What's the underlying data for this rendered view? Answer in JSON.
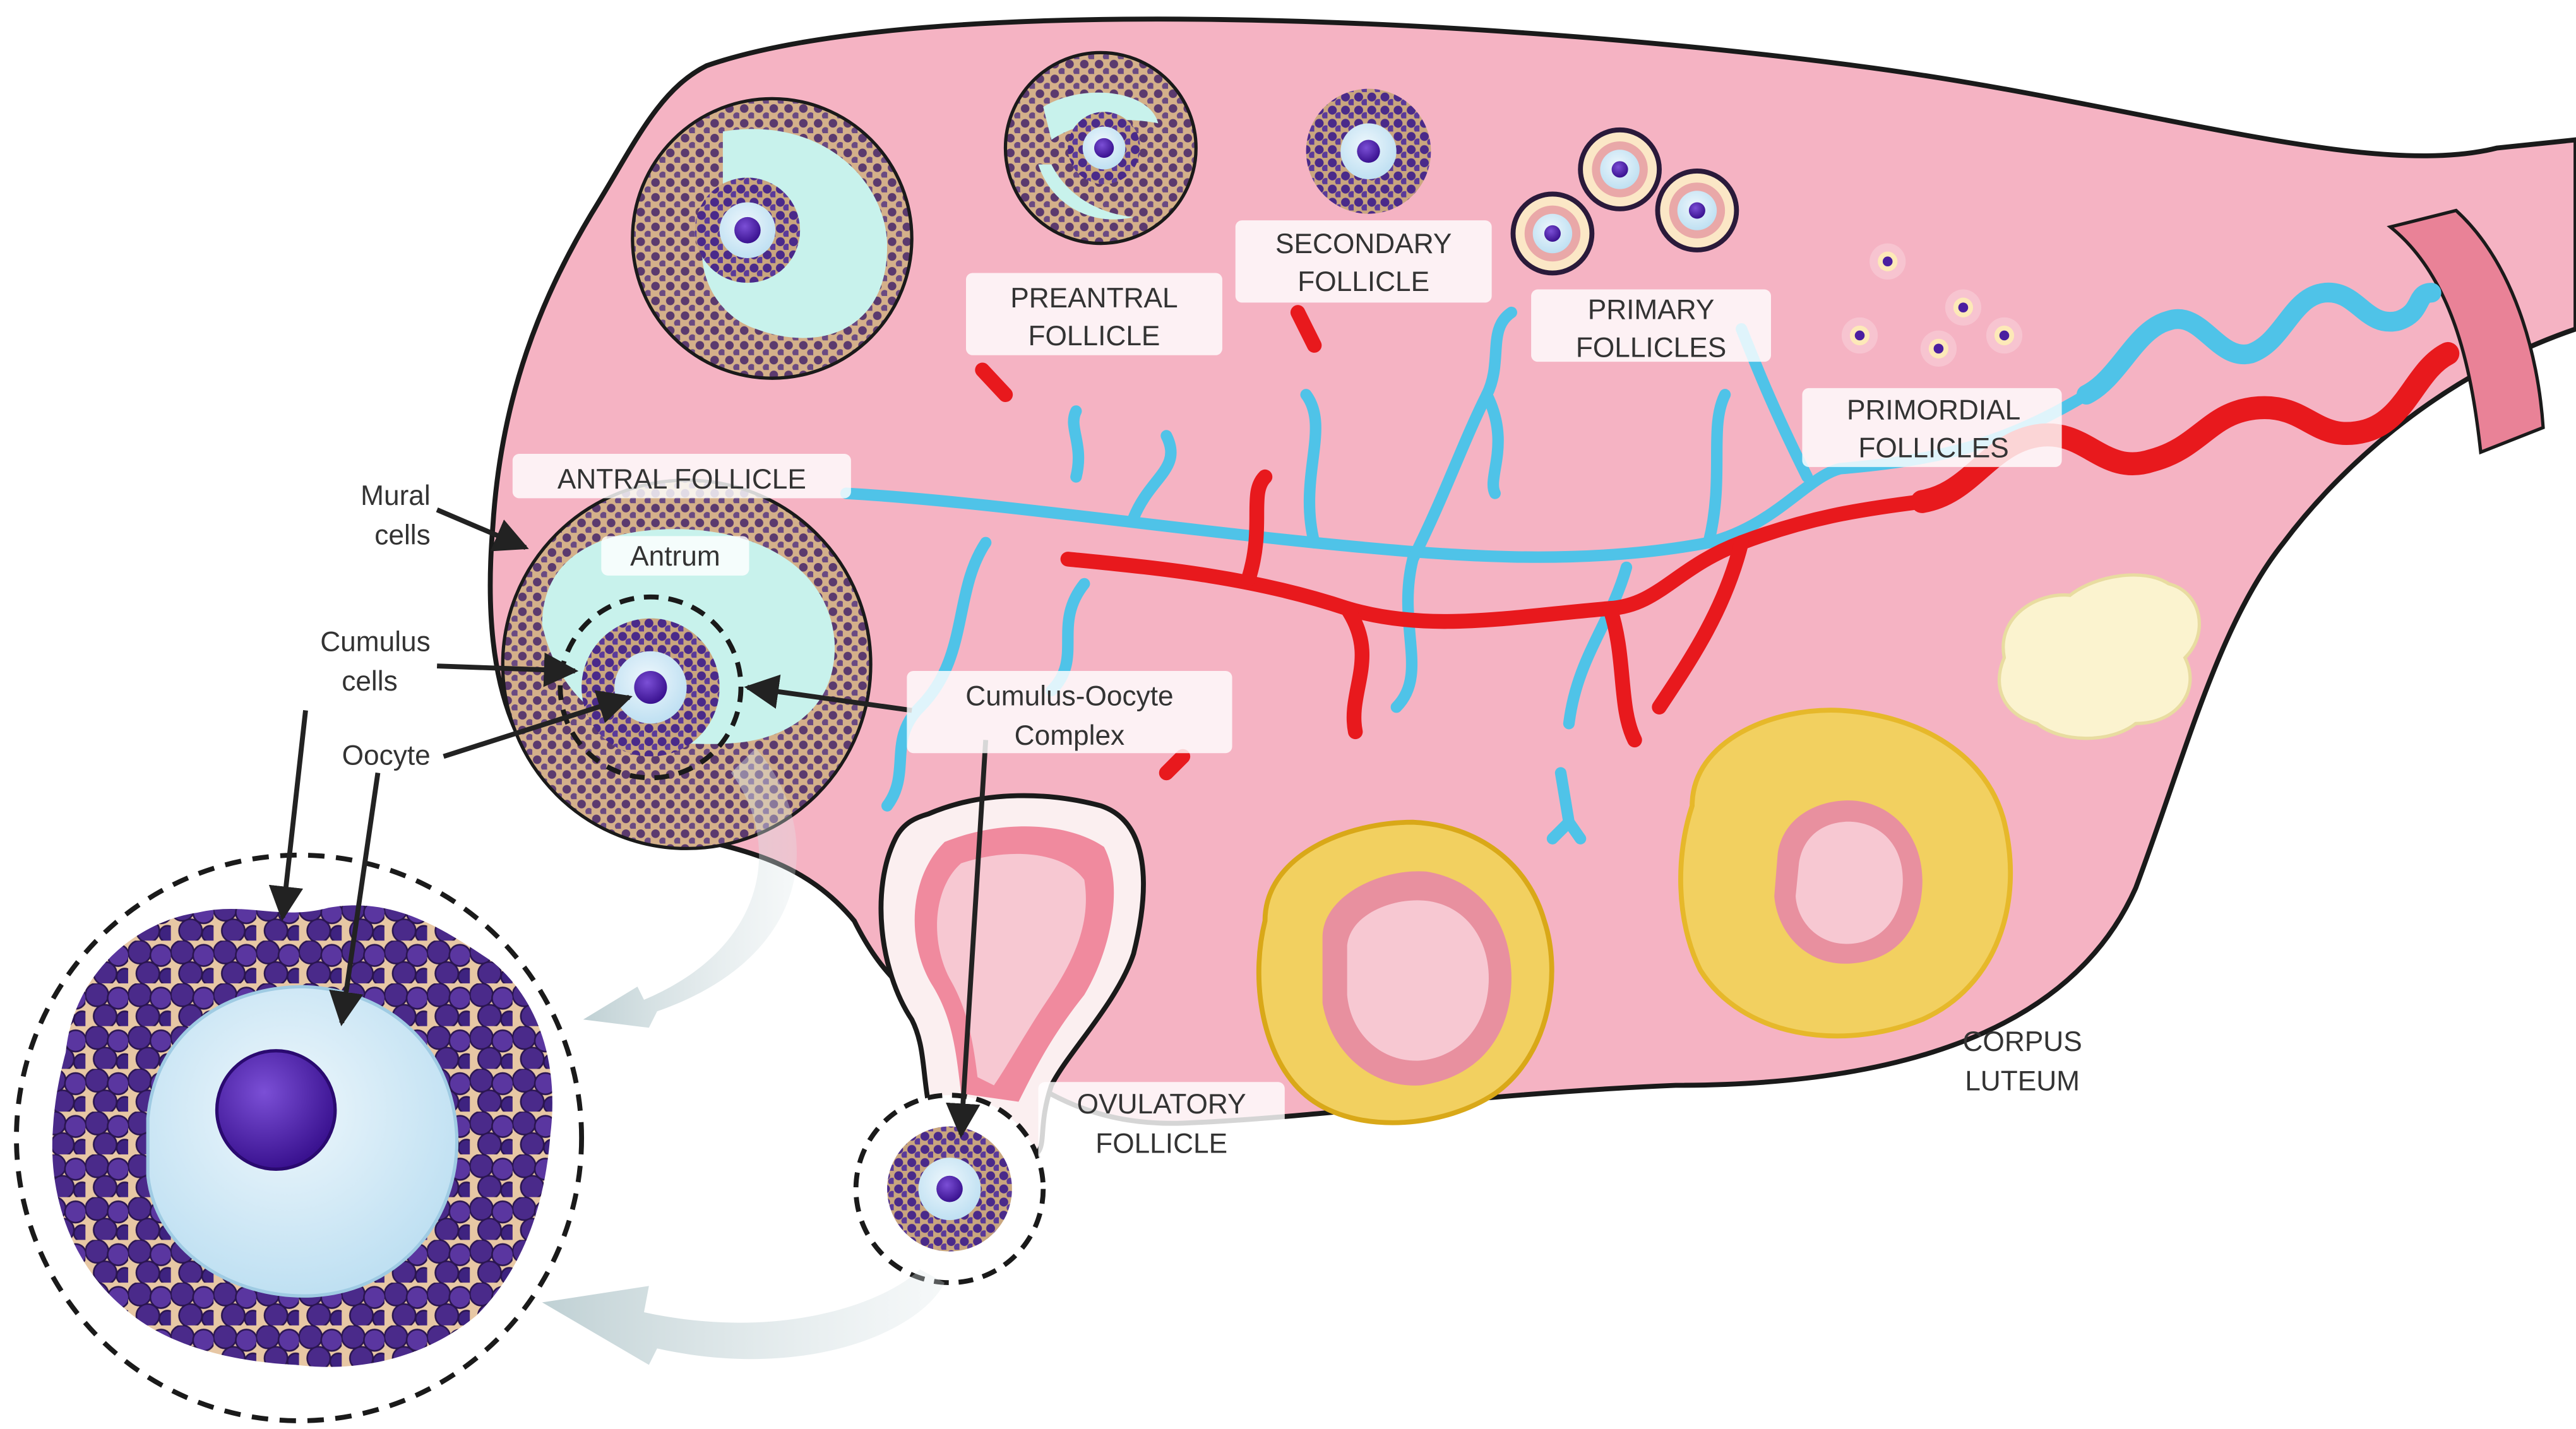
{
  "labels": {
    "antral_follicle": "ANTRAL FOLLICLE",
    "preantral_line1": "PREANTRAL",
    "preantral_line2": "FOLLICLE",
    "secondary_line1": "SECONDARY",
    "secondary_line2": "FOLLICLE",
    "primary_line1": "PRIMARY",
    "primary_line2": "FOLLICLES",
    "primordial_line1": "PRIMORDIAL",
    "primordial_line2": "FOLLICLES",
    "antrum": "Antrum",
    "mural_line1": "Mural",
    "mural_line2": "cells",
    "cumulus_line1": "Cumulus",
    "cumulus_line2": "cells",
    "oocyte": "Oocyte",
    "coc_line1": "Cumulus-Oocyte",
    "coc_line2": "Complex",
    "ovulatory_line1": "OVULATORY",
    "ovulatory_line2": "FOLLICLE",
    "corpus_line1": "CORPUS",
    "corpus_line2": "LUTEUM"
  },
  "colors": {
    "ovary": "#f5b3c3",
    "ovary_outline": "#1a1a1a",
    "antrum": "#c8f2ec",
    "granulosa": "#5b3a6e",
    "cumulus": "#4a2a8a",
    "oocyte_cytoplasm": "#d9ecf7",
    "nucleus": "#4b1fa0",
    "vein": "#4fc3e8",
    "artery": "#e8191d",
    "corpus_luteum": "#f2d060",
    "corpus_albicans": "#fbf3cf",
    "ruptured_follicle": "#f7c8d2"
  },
  "icons": {
    "coc_zoom_arrow": "curved-arrow-icon",
    "ovulation_zoom_arrow": "curved-arrow-icon"
  }
}
